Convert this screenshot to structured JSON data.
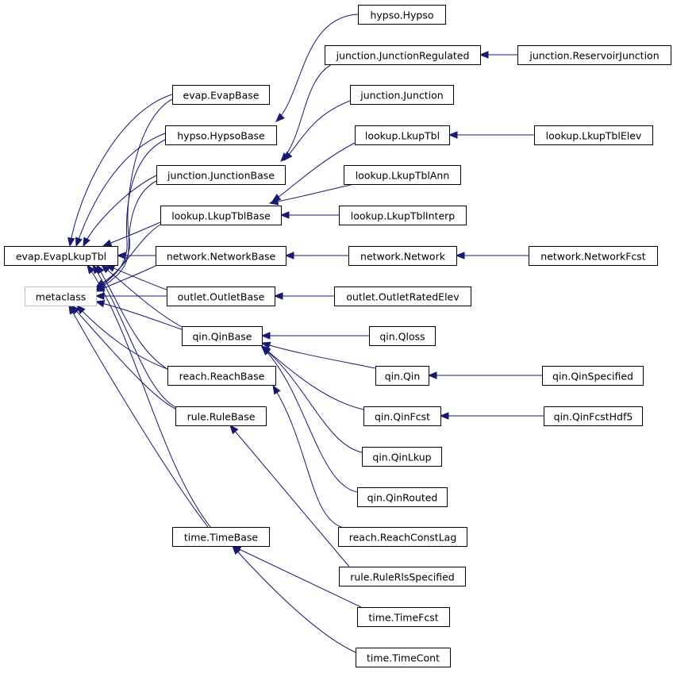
{
  "nodes": [
    {
      "id": "hypso_Hypso",
      "label": "hypso.Hypso"
    },
    {
      "id": "junction_JunctionRegulated",
      "label": "junction.JunctionRegulated"
    },
    {
      "id": "junction_ReservoirJunction",
      "label": "junction.ReservoirJunction"
    },
    {
      "id": "evap_EvapBase",
      "label": "evap.EvapBase"
    },
    {
      "id": "junction_Junction",
      "label": "junction.Junction"
    },
    {
      "id": "hypso_HypsoBase",
      "label": "hypso.HypsoBase"
    },
    {
      "id": "lookup_LkupTbl",
      "label": "lookup.LkupTbl"
    },
    {
      "id": "lookup_LkupTblElev",
      "label": "lookup.LkupTblElev"
    },
    {
      "id": "junction_JunctionBase",
      "label": "junction.JunctionBase"
    },
    {
      "id": "lookup_LkupTblAnn",
      "label": "lookup.LkupTblAnn"
    },
    {
      "id": "lookup_LkupTblBase",
      "label": "lookup.LkupTblBase"
    },
    {
      "id": "lookup_LkupTblInterp",
      "label": "lookup.LkupTblInterp"
    },
    {
      "id": "evap_EvapLkupTbl",
      "label": "evap.EvapLkupTbl"
    },
    {
      "id": "network_NetworkBase",
      "label": "network.NetworkBase"
    },
    {
      "id": "network_Network",
      "label": "network.Network"
    },
    {
      "id": "network_NetworkFcst",
      "label": "network.NetworkFcst"
    },
    {
      "id": "metaclass",
      "label": "metaclass"
    },
    {
      "id": "outlet_OutletBase",
      "label": "outlet.OutletBase"
    },
    {
      "id": "outlet_OutletRatedElev",
      "label": "outlet.OutletRatedElev"
    },
    {
      "id": "qin_QinBase",
      "label": "qin.QinBase"
    },
    {
      "id": "qin_Qloss",
      "label": "qin.Qloss"
    },
    {
      "id": "qin_Qin",
      "label": "qin.Qin"
    },
    {
      "id": "qin_QinSpecified",
      "label": "qin.QinSpecified"
    },
    {
      "id": "reach_ReachBase",
      "label": "reach.ReachBase"
    },
    {
      "id": "qin_QinFcst",
      "label": "qin.QinFcst"
    },
    {
      "id": "qin_QinFcstHdf5",
      "label": "qin.QinFcstHdf5"
    },
    {
      "id": "rule_RuleBase",
      "label": "rule.RuleBase"
    },
    {
      "id": "qin_QinLkup",
      "label": "qin.QinLkup"
    },
    {
      "id": "qin_QinRouted",
      "label": "qin.QinRouted"
    },
    {
      "id": "time_TimeBase",
      "label": "time.TimeBase"
    },
    {
      "id": "reach_ReachConstLag",
      "label": "reach.ReachConstLag"
    },
    {
      "id": "rule_RuleRlsSpecified",
      "label": "rule.RuleRlsSpecified"
    },
    {
      "id": "time_TimeFcst",
      "label": "time.TimeFcst"
    },
    {
      "id": "time_TimeCont",
      "label": "time.TimeCont"
    }
  ],
  "edges": [
    {
      "from": "hypso_Hypso",
      "to": "hypso_HypsoBase"
    },
    {
      "from": "junction_JunctionRegulated",
      "to": "junction_JunctionBase"
    },
    {
      "from": "junction_ReservoirJunction",
      "to": "junction_JunctionRegulated"
    },
    {
      "from": "junction_Junction",
      "to": "junction_JunctionBase"
    },
    {
      "from": "lookup_LkupTbl",
      "to": "lookup_LkupTblBase"
    },
    {
      "from": "lookup_LkupTblElev",
      "to": "lookup_LkupTbl"
    },
    {
      "from": "lookup_LkupTblAnn",
      "to": "lookup_LkupTblBase"
    },
    {
      "from": "lookup_LkupTblInterp",
      "to": "lookup_LkupTblBase"
    },
    {
      "from": "network_NetworkBase",
      "to": "evap_EvapLkupTbl"
    },
    {
      "from": "network_Network",
      "to": "network_NetworkBase"
    },
    {
      "from": "network_NetworkFcst",
      "to": "network_Network"
    },
    {
      "from": "outlet_OutletBase",
      "to": "metaclass"
    },
    {
      "from": "outlet_OutletRatedElev",
      "to": "outlet_OutletBase"
    },
    {
      "from": "qin_Qloss",
      "to": "qin_QinBase"
    },
    {
      "from": "qin_Qin",
      "to": "qin_QinBase"
    },
    {
      "from": "qin_QinSpecified",
      "to": "qin_Qin"
    },
    {
      "from": "qin_QinFcst",
      "to": "qin_QinBase"
    },
    {
      "from": "qin_QinFcstHdf5",
      "to": "qin_QinFcst"
    },
    {
      "from": "qin_QinLkup",
      "to": "qin_QinBase"
    },
    {
      "from": "qin_QinRouted",
      "to": "qin_QinBase"
    },
    {
      "from": "reach_ReachConstLag",
      "to": "reach_ReachBase"
    },
    {
      "from": "rule_RuleRlsSpecified",
      "to": "rule_RuleBase"
    },
    {
      "from": "time_TimeFcst",
      "to": "time_TimeBase"
    },
    {
      "from": "time_TimeCont",
      "to": "time_TimeBase"
    },
    {
      "from": "evap_EvapBase",
      "to": "evap_EvapLkupTbl"
    },
    {
      "from": "hypso_HypsoBase",
      "to": "evap_EvapLkupTbl"
    },
    {
      "from": "junction_JunctionBase",
      "to": "evap_EvapLkupTbl"
    },
    {
      "from": "lookup_LkupTblBase",
      "to": "evap_EvapLkupTbl"
    },
    {
      "from": "outlet_OutletBase",
      "to": "evap_EvapLkupTbl"
    },
    {
      "from": "qin_QinBase",
      "to": "evap_EvapLkupTbl"
    },
    {
      "from": "reach_ReachBase",
      "to": "evap_EvapLkupTbl"
    },
    {
      "from": "rule_RuleBase",
      "to": "evap_EvapLkupTbl"
    },
    {
      "from": "time_TimeBase",
      "to": "evap_EvapLkupTbl"
    },
    {
      "from": "evap_EvapBase",
      "to": "metaclass"
    },
    {
      "from": "hypso_HypsoBase",
      "to": "metaclass"
    },
    {
      "from": "junction_JunctionBase",
      "to": "metaclass"
    },
    {
      "from": "lookup_LkupTblBase",
      "to": "metaclass"
    },
    {
      "from": "network_NetworkBase",
      "to": "metaclass"
    },
    {
      "from": "qin_QinBase",
      "to": "metaclass"
    },
    {
      "from": "reach_ReachBase",
      "to": "metaclass"
    },
    {
      "from": "rule_RuleBase",
      "to": "metaclass"
    },
    {
      "from": "time_TimeBase",
      "to": "metaclass"
    }
  ]
}
